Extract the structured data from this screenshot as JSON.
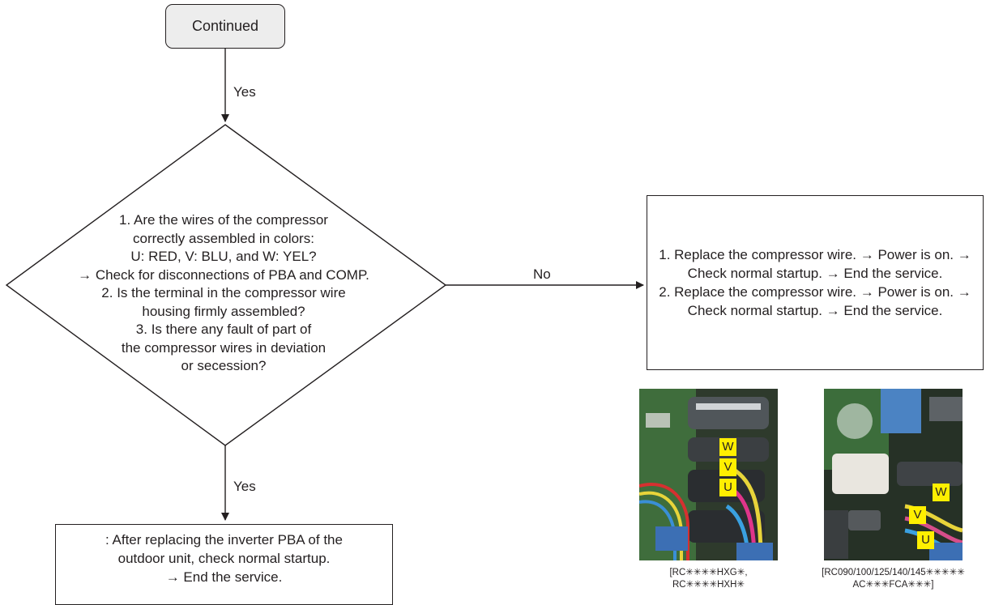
{
  "start": {
    "label": "Continued"
  },
  "edges": {
    "yes_top": "Yes",
    "no": "No",
    "yes_bottom": "Yes"
  },
  "question": {
    "lines": [
      "1. Are the wires of the compressor",
      "correctly assembled in colors:",
      "U: RED, V: BLU, and W: YEL?",
      "→ Check for disconnections of PBA and COMP.",
      "2. Is the terminal in the compressor wire",
      "housing firmly assembled?",
      "3. Is there any fault of part of",
      "the compressor wires in deviation",
      "or secession?"
    ]
  },
  "action_no": {
    "lines": [
      "1. Replace the compressor wire. → Power is on. →",
      "Check normal startup. → End the service.",
      "2. Replace the compressor wire. → Power is on. →",
      "Check normal startup. → End the service."
    ]
  },
  "action_yes": {
    "lines": [
      ": After replacing the inverter PBA of the",
      "outdoor unit, check normal startup.",
      "→ End the service."
    ]
  },
  "photos": [
    {
      "tags": [
        "W",
        "V",
        "U"
      ],
      "caption_lines": [
        "[RC✳✳✳✳HXG✳,",
        "RC✳✳✳✳HXH✳"
      ]
    },
    {
      "tags": [
        "W",
        "V",
        "U"
      ],
      "caption_lines": [
        "[RC090/100/125/140/145✳✳✳✳✳",
        "AC✳✳✳FCA✳✳✳]"
      ]
    }
  ],
  "colors": {
    "line": "#231f20",
    "start_fill": "#ededed",
    "tag_fill": "#ffef00"
  }
}
